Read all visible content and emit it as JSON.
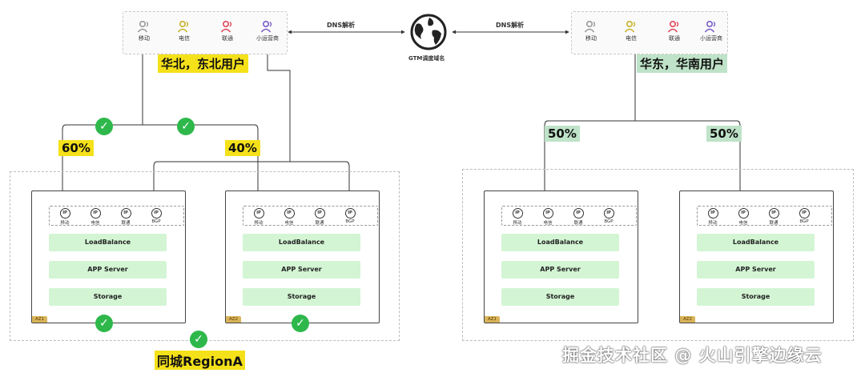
{
  "dns": {
    "left_label": "DNS解析",
    "right_label": "DNS解析",
    "gtm_label": "GTM调度域名"
  },
  "north_users": {
    "label": "华北，东北用户",
    "carriers": [
      "移动",
      "电信",
      "联通",
      "小运营商"
    ],
    "split_left": "60%",
    "split_right": "40%"
  },
  "east_users": {
    "label": "华东，华南用户",
    "carriers": [
      "移动",
      "电信",
      "联通",
      "小运营商"
    ],
    "split_left": "50%",
    "split_right": "50%"
  },
  "region_a": {
    "label": "同城RegionA",
    "azs": [
      {
        "tag": "AZ1",
        "ips": [
          "移动",
          "电信",
          "联通",
          "BGP"
        ],
        "layers": [
          "LoadBalance",
          "APP Server",
          "Storage"
        ]
      },
      {
        "tag": "AZ2",
        "ips": [
          "移动",
          "电信",
          "联通",
          "BGP"
        ],
        "layers": [
          "LoadBalance",
          "APP Server",
          "Storage"
        ]
      }
    ]
  },
  "region_b": {
    "azs": [
      {
        "tag": "AZ1",
        "ips": [
          "移动",
          "电信",
          "联通",
          "BGP"
        ],
        "layers": [
          "LoadBalance",
          "APP Server",
          "Storage"
        ]
      },
      {
        "tag": "AZ2",
        "ips": [
          "移动",
          "电信",
          "联通",
          "BGP"
        ],
        "layers": [
          "LoadBalance",
          "APP Server",
          "Storage"
        ]
      }
    ]
  },
  "ip_icon_text": "IP",
  "watermark": "掘金技术社区 @ 火山引擎边缘云",
  "colors": {
    "yellow": "#f5e11a",
    "green_hl": "#bfe3c8",
    "layer": "#d3f5d4",
    "check": "#2eb84b"
  }
}
